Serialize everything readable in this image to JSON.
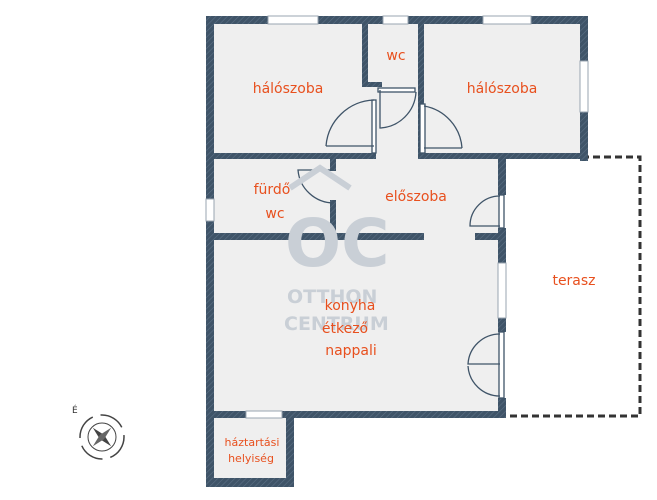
{
  "rooms": {
    "bedroom_left": "hálószoba",
    "wc_top": "wc",
    "bedroom_right": "hálószoba",
    "bathroom_line1": "fürdő",
    "bathroom_line2": "wc",
    "hall": "előszoba",
    "terrace": "terasz",
    "living_line1": "konyha",
    "living_line2": "étkező",
    "living_line3": "nappali",
    "utility_line1": "háztartási",
    "utility_line2": "helyiség"
  },
  "watermark": {
    "logo": "OC",
    "line1": "OTTHON",
    "line2": "CENTRUM"
  },
  "compass": {
    "north_letter": "É"
  },
  "colors": {
    "wall": "#3f5468",
    "floor": "#efefef",
    "label": "#e8501e",
    "terrace_outline": "#333333"
  }
}
